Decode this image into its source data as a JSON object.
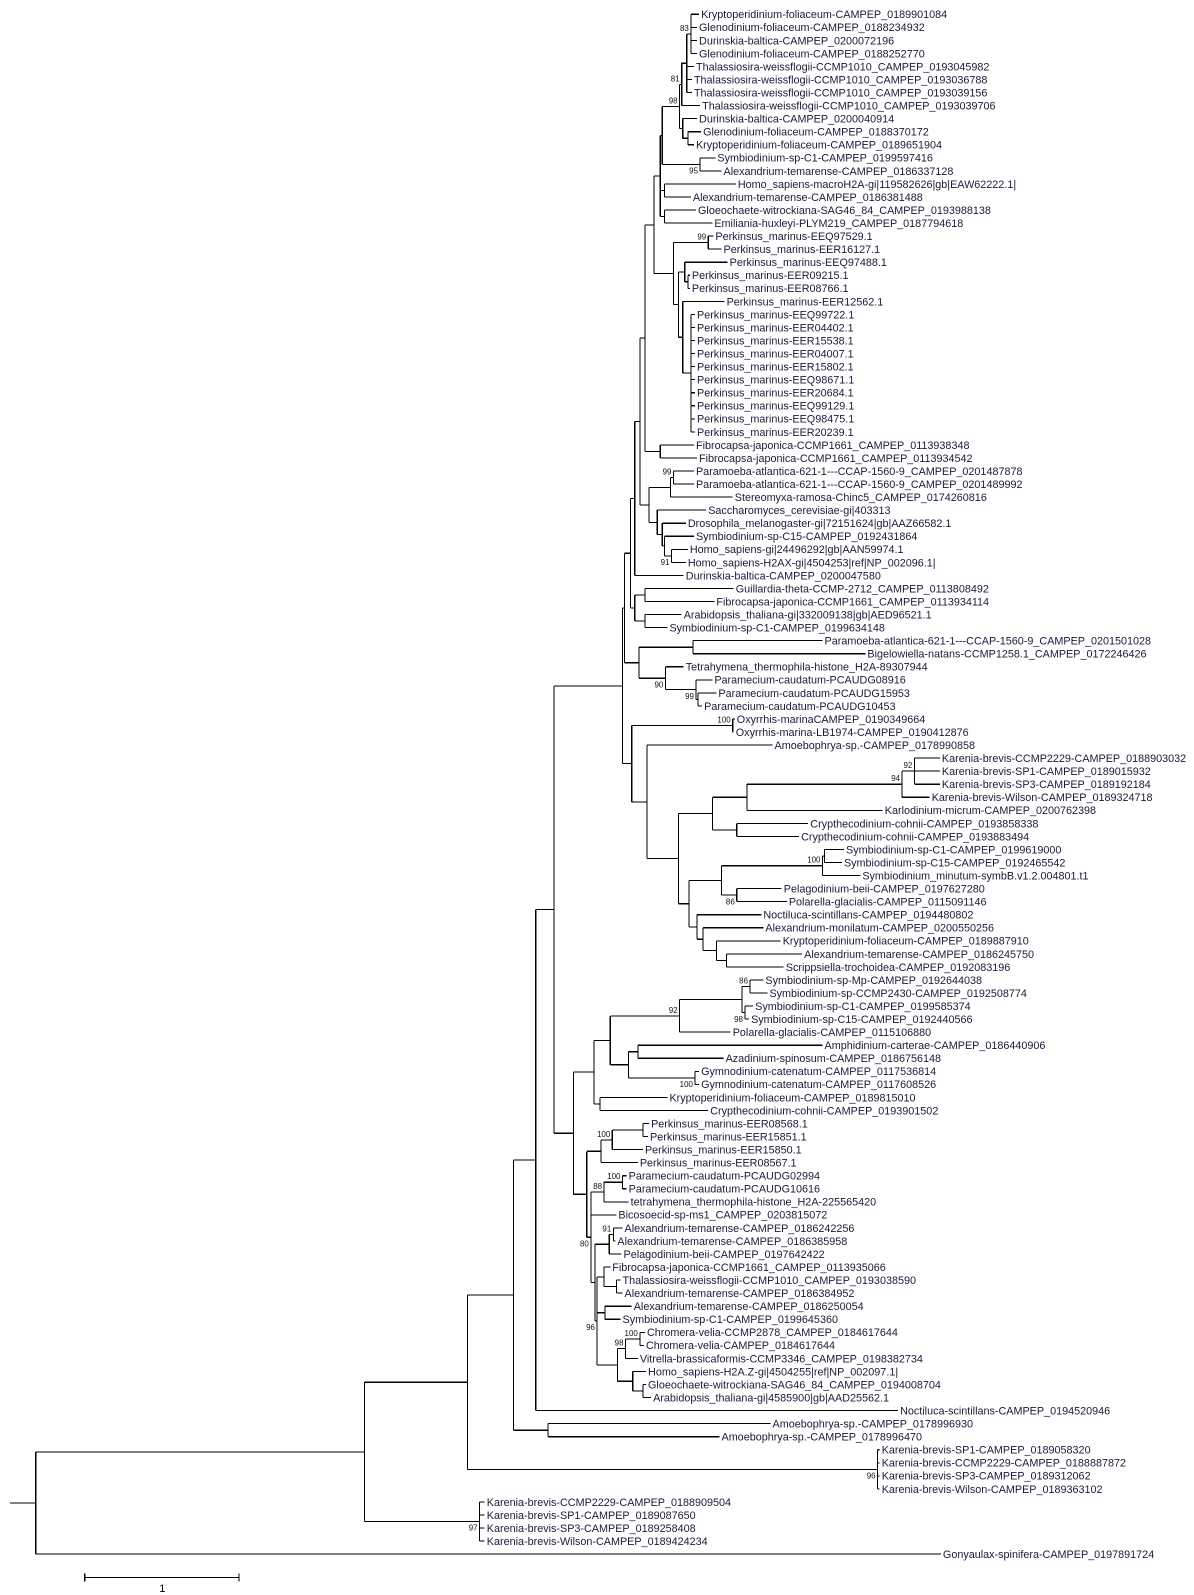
{
  "leaves": [
    "Kryptoperidinium-foliaceum-CAMPEP_0189901084",
    "Glenodinium-foliaceum-CAMPEP_0188234932",
    "Durinskia-baltica-CAMPEP_0200072196",
    "Glenodinium-foliaceum-CAMPEP_0188252770",
    "Thalassiosira-weissflogii-CCMP1010_CAMPEP_0193045982",
    "Thalassiosira-weissflogii-CCMP1010_CAMPEP_0193036788",
    "Thalassiosira-weissflogii-CCMP1010_CAMPEP_0193039156",
    "Thalassiosira-weissflogii-CCMP1010_CAMPEP_0193039706",
    "Durinskia-baltica-CAMPEP_0200040914",
    "Glenodinium-foliaceum-CAMPEP_0188370172",
    "Kryptoperidinium-foliaceum-CAMPEP_0189651904",
    "Symbiodinium-sp-C1-CAMPEP_0199597416",
    "Alexandrium-temarense-CAMPEP_0186337128",
    "Homo_sapiens-macroH2A-gi|119582626|gb|EAW62222.1|",
    "Alexandrium-temarense-CAMPEP_0186381488",
    "Gloeochaete-witrockiana-SAG46_84_CAMPEP_0193988138",
    "Emiliania-huxleyi-PLYM219_CAMPEP_0187794618",
    "Perkinsus_marinus-EEQ97529.1",
    "Perkinsus_marinus-EER16127.1",
    "Perkinsus_marinus-EEQ97488.1",
    "Perkinsus_marinus-EER09215.1",
    "Perkinsus_marinus-EER08766.1",
    "Perkinsus_marinus-EER12562.1",
    "Perkinsus_marinus-EEQ99722.1",
    "Perkinsus_marinus-EER04402.1",
    "Perkinsus_marinus-EER15538.1",
    "Perkinsus_marinus-EER04007.1",
    "Perkinsus_marinus-EER15802.1",
    "Perkinsus_marinus-EEQ98671.1",
    "Perkinsus_marinus-EER20684.1",
    "Perkinsus_marinus-EEQ99129.1",
    "Perkinsus_marinus-EEQ98475.1",
    "Perkinsus_marinus-EER20239.1",
    "Fibrocapsa-japonica-CCMP1661_CAMPEP_0113938348",
    "Fibrocapsa-japonica-CCMP1661_CAMPEP_0113934542",
    "Paramoeba-atlantica-621-1---CCAP-1560-9_CAMPEP_0201487878",
    "Paramoeba-atlantica-621-1---CCAP-1560-9_CAMPEP_0201489992",
    "Stereomyxa-ramosa-Chinc5_CAMPEP_0174260816",
    "Saccharomyces_cerevisiae-gi|403313",
    "Drosophila_melanogaster-gi|72151624|gb|AAZ66582.1",
    "Symbiodinium-sp-C15-CAMPEP_0192431864",
    "Homo_sapiens-gi|24496292|gb|AAN59974.1",
    "Homo_sapiens-H2AX-gi|4504253|ref|NP_002096.1|",
    "Durinskia-baltica-CAMPEP_0200047580",
    "Guillardia-theta-CCMP-2712_CAMPEP_0113808492",
    "Fibrocapsa-japonica-CCMP1661_CAMPEP_0113934114",
    "Arabidopsis_thaliana-gi|332009138|gb|AED96521.1",
    "Symbiodinium-sp-C1-CAMPEP_0199634148",
    "Paramoeba-atlantica-621-1---CCAP-1560-9_CAMPEP_0201501028",
    "Bigelowiella-natans-CCMP1258.1_CAMPEP_0172246426",
    "Tetrahymena_thermophila-histone_H2A-89307944",
    "Paramecium-caudatum-PCAUDG08916",
    "Paramecium-caudatum-PCAUDG15953",
    "Paramecium-caudatum-PCAUDG10453",
    "Oxyrrhis-marinaCAMPEP_0190349664",
    "Oxyrrhis-marina-LB1974-CAMPEP_0190412876",
    "Amoebophrya-sp.-CAMPEP_0178990858",
    "Karenia-brevis-CCMP2229-CAMPEP_0188903032",
    "Karenia-brevis-SP1-CAMPEP_0189015932",
    "Karenia-brevis-SP3-CAMPEP_0189192184",
    "Karenia-brevis-Wilson-CAMPEP_0189324718",
    "Karlodinium-micrum-CAMPEP_0200762398",
    "Crypthecodinium-cohnii-CAMPEP_0193858338",
    "Crypthecodinium-cohnii-CAMPEP_0193883494",
    "Symbiodinium-sp-C1-CAMPEP_0199619000",
    "Symbiodinium-sp-C15-CAMPEP_0192465542",
    "Symbiodinium_minutum-symbB.v1.2.004801.t1",
    "Pelagodinium-beii-CAMPEP_0197627280",
    "Polarella-glacialis-CAMPEP_0115091146",
    "Noctiluca-scintillans-CAMPEP_0194480802",
    "Alexandrium-monilatum-CAMPEP_0200550256",
    "Kryptoperidinium-foliaceum-CAMPEP_0189887910",
    "Alexandrium-temarense-CAMPEP_0186245750",
    "Scrippsiella-trochoidea-CAMPEP_0192083196",
    "Symbiodinium-sp-Mp-CAMPEP_0192644038",
    "Symbiodinium-sp-CCMP2430-CAMPEP_0192508774",
    "Symbiodinium-sp-C1-CAMPEP_0199585374",
    "Symbiodinium-sp-C15-CAMPEP_0192440566",
    "Polarella-glacialis-CAMPEP_0115106880",
    "Amphidinium-carterae-CAMPEP_0186440906",
    "Azadinium-spinosum-CAMPEP_0186756148",
    "Gymnodinium-catenatum-CAMPEP_0117536814",
    "Gymnodinium-catenatum-CAMPEP_0117608526",
    "Kryptoperidinium-foliaceum-CAMPEP_0189815010",
    "Crypthecodinium-cohnii-CAMPEP_0193901502",
    "Perkinsus_marinus-EER08568.1",
    "Perkinsus_marinus-EER15851.1",
    "Perkinsus_marinus-EER15850.1",
    "Perkinsus_marinus-EER08567.1",
    "Paramecium-caudatum-PCAUDG02994",
    "Paramecium-caudatum-PCAUDG10616",
    "tetrahymena_thermophila-histone_H2A-225565420",
    "Bicosoecid-sp-ms1_CAMPEP_0203815072",
    "Alexandrium-temarense-CAMPEP_0186242256",
    "Alexandrium-temarense-CAMPEP_0186385958",
    "Pelagodinium-beii-CAMPEP_0197642422",
    "Fibrocapsa-japonica-CCMP1661_CAMPEP_0113935066",
    "Thalassiosira-weissflogii-CCMP1010_CAMPEP_0193038590",
    "Alexandrium-temarense-CAMPEP_0186384952",
    "Alexandrium-temarense-CAMPEP_0186250054",
    "Symbiodinium-sp-C1-CAMPEP_0199645360",
    "Chromera-velia-CCMP2878_CAMPEP_0184617644",
    "Chromera-velia-CAMPEP_0184617644",
    "Vitrella-brassicaformis-CCMP3346_CAMPEP_0198382734",
    "Homo_sapiens-H2A.Z-gi|4504255|ref|NP_002097.1|",
    "Gloeochaete-witrockiana-SAG46_84_CAMPEP_0194008704",
    "Arabidopsis_thaliana-gi|4585900|gb|AAD25562.1",
    "Noctiluca-scintillans-CAMPEP_0194520946",
    "Amoebophrya-sp.-CAMPEP_0178996930",
    "Amoebophrya-sp.-CAMPEP_0178996470",
    "Karenia-brevis-SP1-CAMPEP_0189058320",
    "Karenia-brevis-CCMP2229-CAMPEP_0188887872",
    "Karenia-brevis-SP3-CAMPEP_0189312062",
    "Karenia-brevis-Wilson-CAMPEP_0189363102",
    "Karenia-brevis-CCMP2229-CAMPEP_0188909504",
    "Karenia-brevis-SP1-CAMPEP_0189087650",
    "Karenia-brevis-SP3-CAMPEP_0189258408",
    "Karenia-brevis-Wilson-CAMPEP_0189424234",
    "Gonyaulax-spinifera-CAMPEP_0197891724"
  ],
  "support": [
    "83",
    "81",
    "98",
    "95",
    "99",
    "99",
    "91",
    "90",
    "99",
    "100",
    "92",
    "94",
    "100",
    "86",
    "86",
    "98",
    "92",
    "100",
    "100",
    "100",
    "88",
    "80",
    "91",
    "96",
    "100",
    "98",
    "96",
    "97"
  ],
  "scale_bar": {
    "label": "1",
    "value": 1
  }
}
